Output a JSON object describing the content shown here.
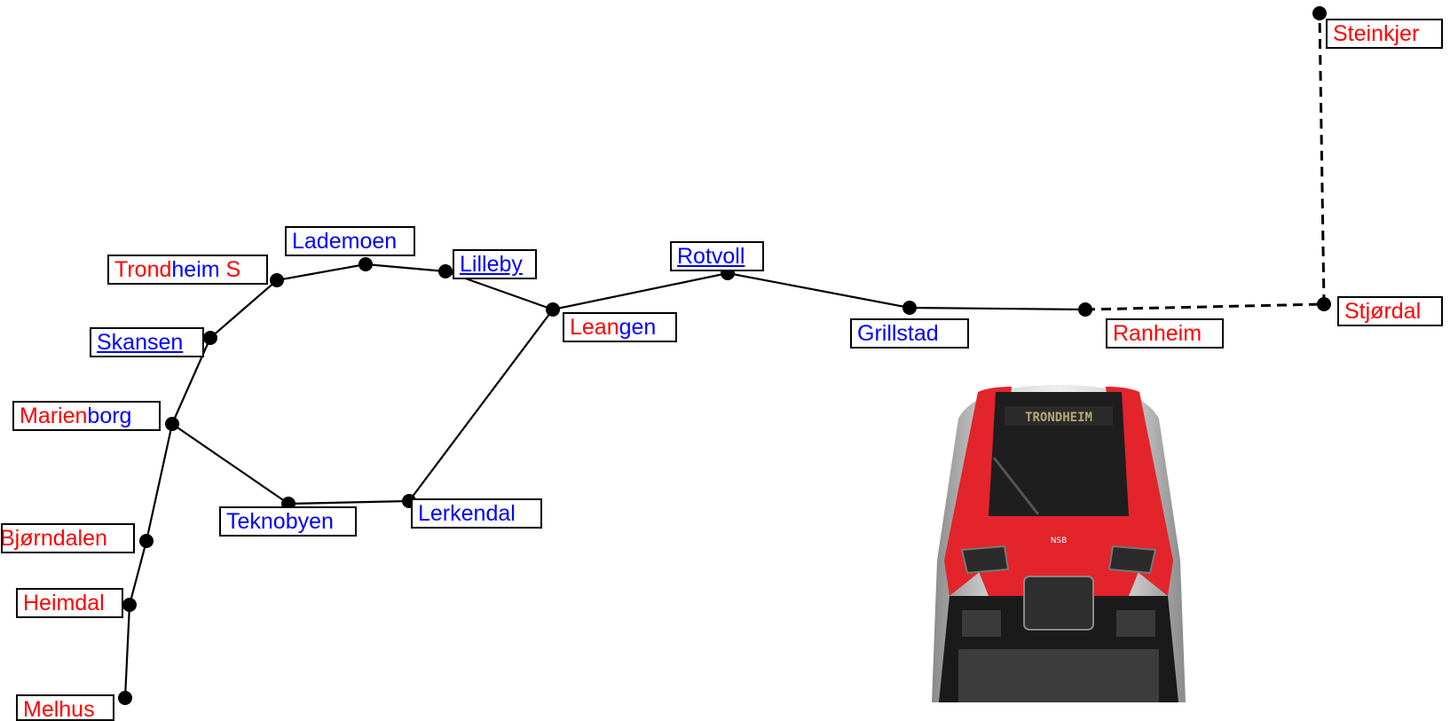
{
  "colors": {
    "red_station": "#ff0000",
    "blue_station": "#0000ff",
    "line": "#000000",
    "train_red": "#e3242b",
    "train_grey": "#b8b8b8"
  },
  "stations": {
    "trondheim_s": {
      "parts": [
        "Trond",
        "heim",
        " S"
      ],
      "colors": [
        "red",
        "blue",
        "red"
      ]
    },
    "lademoen": {
      "parts": [
        "Lademoen"
      ],
      "colors": [
        "blue"
      ]
    },
    "lilleby": {
      "parts": [
        "Lilleby"
      ],
      "colors": [
        "blue"
      ],
      "underline": true
    },
    "rotvoll": {
      "parts": [
        "Rotvoll"
      ],
      "colors": [
        "blue"
      ],
      "underline": true
    },
    "leangen": {
      "parts": [
        "Lean",
        "gen"
      ],
      "colors": [
        "red",
        "blue"
      ]
    },
    "grillstad": {
      "parts": [
        "Grillstad"
      ],
      "colors": [
        "blue"
      ]
    },
    "ranheim": {
      "parts": [
        "Ranheim"
      ],
      "colors": [
        "red"
      ]
    },
    "stjordal": {
      "parts": [
        "Stjørdal"
      ],
      "colors": [
        "red"
      ]
    },
    "steinkjer": {
      "parts": [
        "Steinkjer"
      ],
      "colors": [
        "red"
      ]
    },
    "skansen": {
      "parts": [
        "Skansen"
      ],
      "colors": [
        "blue"
      ],
      "underline": true
    },
    "marienborg": {
      "parts": [
        "Marien",
        "borg"
      ],
      "colors": [
        "red",
        "blue"
      ]
    },
    "teknobyen": {
      "parts": [
        "Teknobyen"
      ],
      "colors": [
        "blue"
      ]
    },
    "lerkendal": {
      "parts": [
        "Lerkendal"
      ],
      "colors": [
        "blue"
      ]
    },
    "bjorndalen": {
      "parts": [
        "Bjørndalen"
      ],
      "colors": [
        "red"
      ]
    },
    "heimdal": {
      "parts": [
        "Heimdal"
      ],
      "colors": [
        "red"
      ]
    },
    "melhus": {
      "parts": [
        "Melhus"
      ],
      "colors": [
        "red"
      ]
    }
  },
  "train": {
    "destination_sign": "TRONDHEIM",
    "logo": "NSB"
  }
}
